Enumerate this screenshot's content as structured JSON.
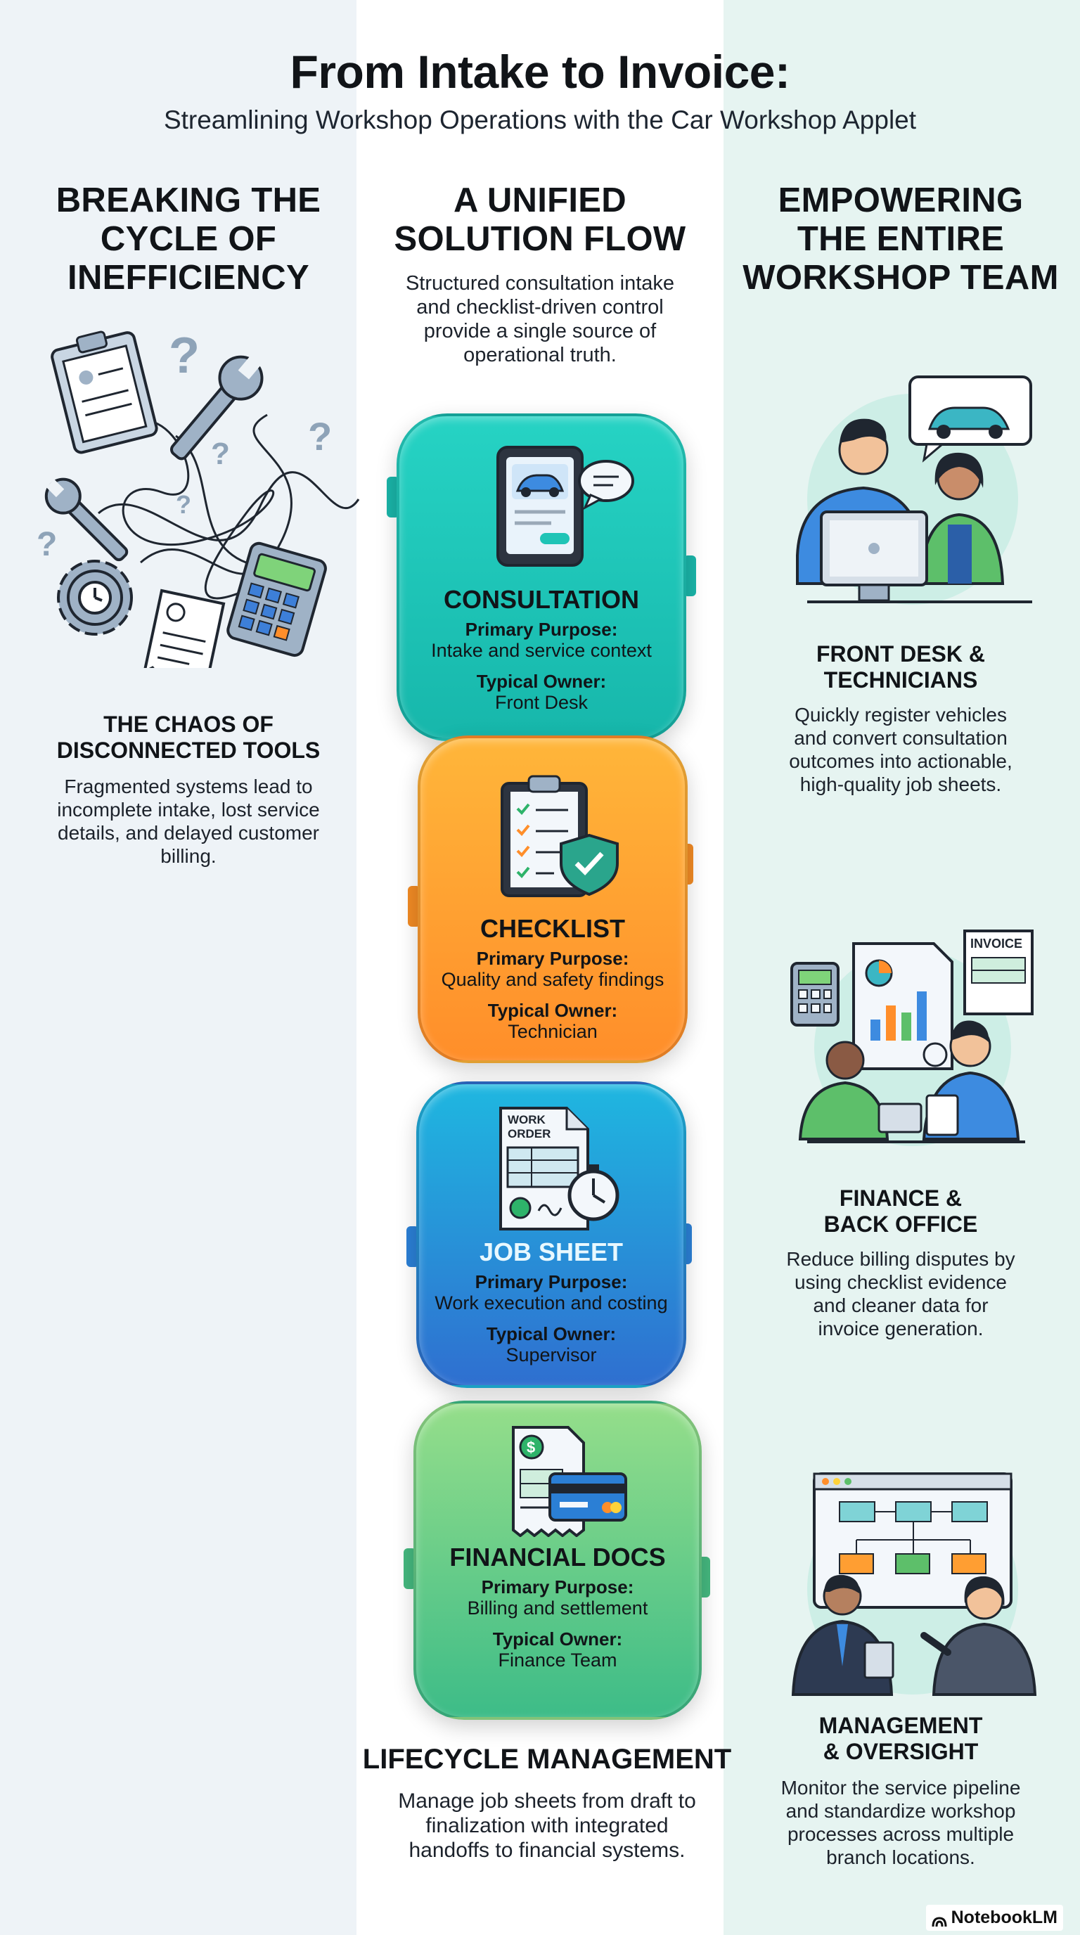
{
  "header": {
    "title": "From Intake to Invoice:",
    "subtitle": "Streamlining Workshop Operations with the Car Workshop Applet"
  },
  "left": {
    "heading": [
      "BREAKING THE",
      "CYCLE OF",
      "INEFFICIENCY"
    ],
    "subheading": [
      "THE CHAOS OF",
      "DISCONNECTED TOOLS"
    ],
    "text": [
      "Fragmented systems lead to",
      "incomplete intake, lost service",
      "details, and delayed customer",
      "billing."
    ],
    "icon": "chaos-illustration-icon"
  },
  "middle": {
    "heading": [
      "A UNIFIED",
      "SOLUTION FLOW"
    ],
    "intro": [
      "Structured consultation intake",
      "and checklist-driven control",
      "provide a single source of",
      "operational truth."
    ],
    "cards": [
      {
        "title": "CONSULTATION",
        "purpose_label": "Primary Purpose:",
        "purpose": "Intake and service context",
        "owner_label": "Typical Owner:",
        "owner": "Front Desk",
        "icon": "tablet-car-icon"
      },
      {
        "title": "CHECKLIST",
        "purpose_label": "Primary Purpose:",
        "purpose": "Quality and safety findings",
        "owner_label": "Typical Owner:",
        "owner": "Technician",
        "icon": "clipboard-shield-icon"
      },
      {
        "title": "JOB SHEET",
        "purpose_label": "Primary Purpose:",
        "purpose": "Work execution and costing",
        "owner_label": "Typical Owner:",
        "owner": "Supervisor",
        "icon": "work-order-icon",
        "icon_text": [
          "WORK",
          "ORDER"
        ]
      },
      {
        "title": "FINANCIAL DOCS",
        "purpose_label": "Primary Purpose:",
        "purpose": "Billing and settlement",
        "owner_label": "Typical Owner:",
        "owner": "Finance Team",
        "icon": "invoice-card-icon"
      }
    ],
    "footer_heading": "LIFECYCLE MANAGEMENT",
    "footer_text": [
      "Manage job sheets from draft to",
      "finalization with integrated",
      "handoffs to financial systems."
    ]
  },
  "right": {
    "heading": [
      "EMPOWERING",
      "THE ENTIRE",
      "WORKSHOP TEAM"
    ],
    "items": [
      {
        "title": [
          "FRONT DESK &",
          "TECHNICIANS"
        ],
        "text": [
          "Quickly register vehicles",
          "and convert consultation",
          "outcomes into actionable,",
          "high-quality job sheets."
        ],
        "icon": "front-desk-icon"
      },
      {
        "title": [
          "FINANCE &",
          "BACK OFFICE"
        ],
        "text": [
          "Reduce billing disputes by",
          "using checklist evidence",
          "and cleaner data for",
          "invoice generation."
        ],
        "icon": "finance-icon",
        "icon_text": "INVOICE"
      },
      {
        "title": [
          "MANAGEMENT",
          "& OVERSIGHT"
        ],
        "text": [
          "Monitor the service pipeline",
          "and standardize workshop",
          "processes across multiple",
          "branch locations."
        ],
        "icon": "management-icon"
      }
    ]
  },
  "brand": "NotebookLM",
  "colors": {
    "teal": "#1fc4b6",
    "orange": "#ff9e32",
    "blue": "#2a8fd8",
    "green": "#5ccc8a"
  }
}
